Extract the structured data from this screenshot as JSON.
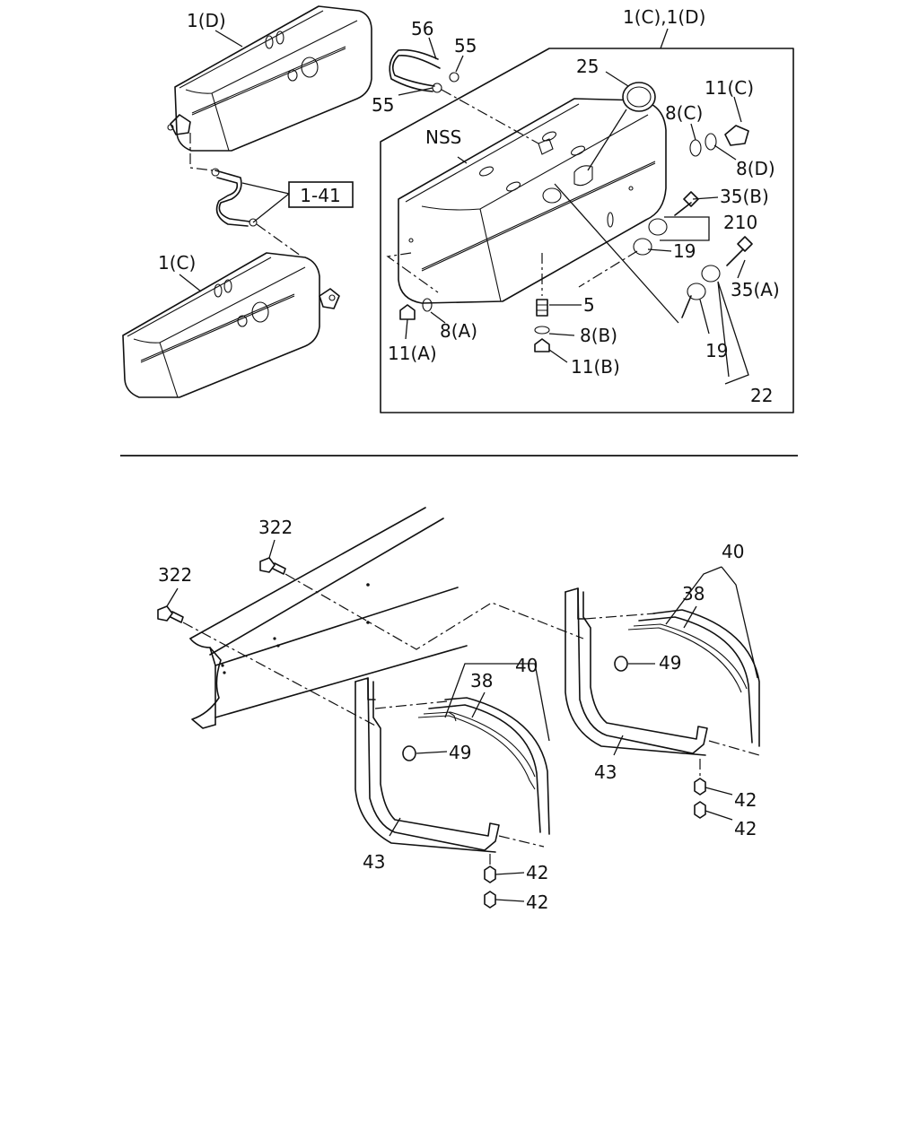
{
  "labels": {
    "tank_upper": "1(D)",
    "tank_lower": "1(C)",
    "inset_title": "1(C),1(D)",
    "nss": "NSS",
    "ref_box": "1-41",
    "p56": "56",
    "p55a": "55",
    "p55b": "55",
    "p25": "25",
    "p11c": "11(C)",
    "p8c": "8(C)",
    "p8d": "8(D)",
    "p35b": "35(B)",
    "p210": "210",
    "p19a": "19",
    "p35a": "35(A)",
    "p19b": "19",
    "p22": "22",
    "p5": "5",
    "p8b": "8(B)",
    "p11b": "11(B)",
    "p8a": "8(A)",
    "p11a": "11(A)",
    "p322a": "322",
    "p322b": "322",
    "p40a": "40",
    "p38a": "38",
    "p49a": "49",
    "p43a": "43",
    "p42a": "42",
    "p42b": "42",
    "p40b": "40",
    "p38b": "38",
    "p49b": "49",
    "p43b": "43",
    "p42c": "42",
    "p42d": "42"
  }
}
